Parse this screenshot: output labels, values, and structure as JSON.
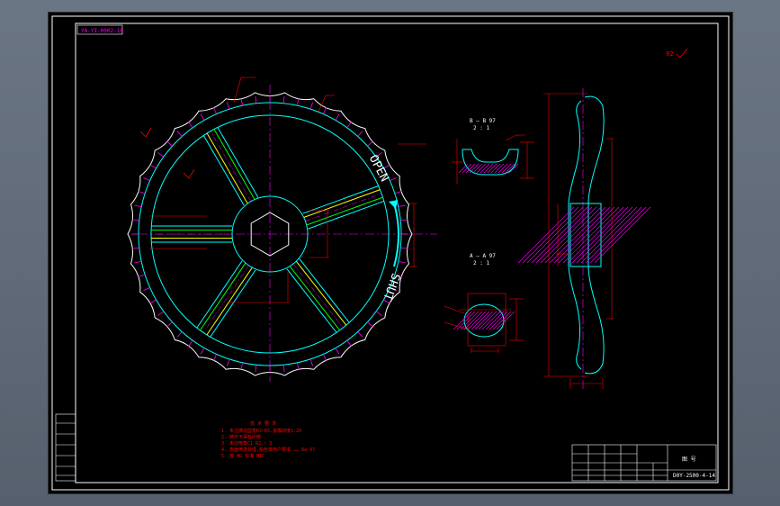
{
  "drawing": {
    "top_code": "YA-YI-0002-10",
    "bottom_code": "D0Y-2500-4-14",
    "roughness_mark": "92",
    "wheel_text_open": "OPEN",
    "wheel_text_shut": "SHUT",
    "section_bb_label": "B — B 97",
    "section_bb_scale": "2 : 1",
    "section_aa_label": "A — A 97",
    "section_aa_scale": "2 : 1",
    "title_block_label": "图 号",
    "notes": [
      "1.  未注铸造圆角R3~R5,拔模斜度1:20",
      "2.  铸件不得有砂眼",
      "3.  未注倒角C1 R2 ~ 3",
      "4.  表面喷漆处理,颜色按用户要求 …… Ra 97",
      "     5.  按 HG 标准 MIC"
    ],
    "notes_heading": "技 术 要 求"
  },
  "colors": {
    "background": "#000000",
    "frame": "#ffffff",
    "outline": "#00ffff",
    "hatch": "#ff00ff",
    "centerline": "#ff00ff",
    "dimension": "#ff0000",
    "green": "#00ff00",
    "yellow": "#ffff00"
  }
}
